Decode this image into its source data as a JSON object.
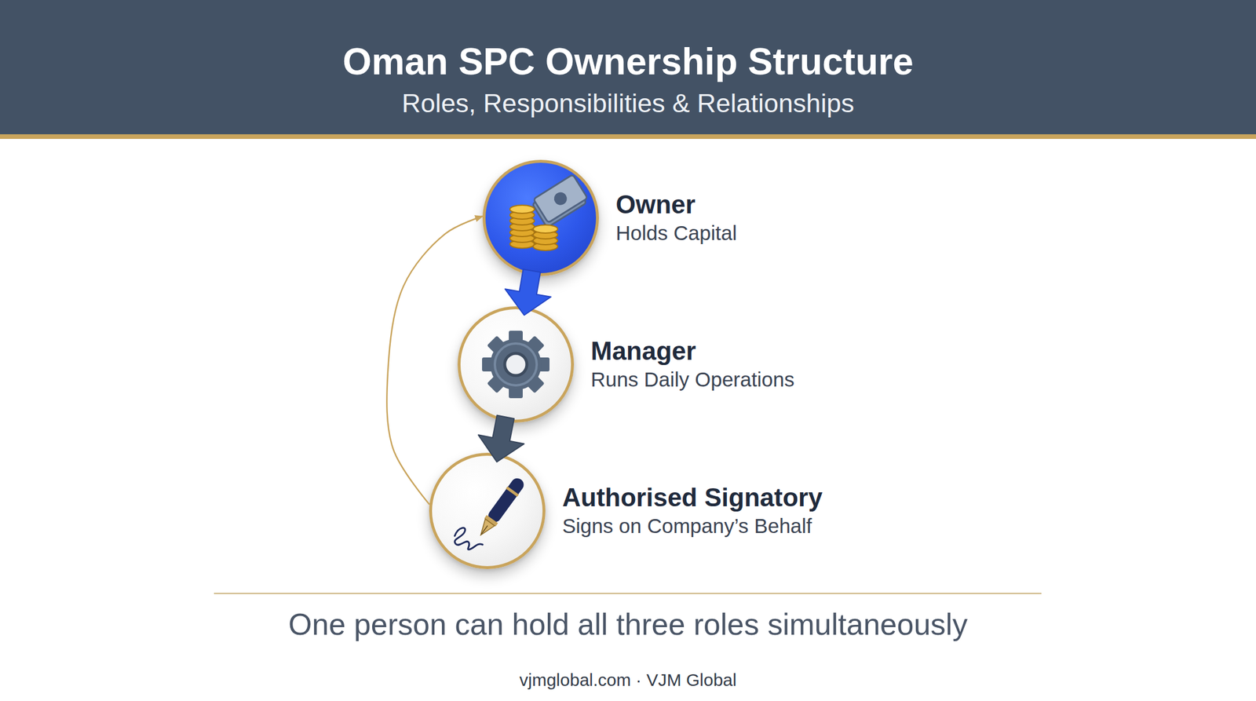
{
  "diagram": {
    "title": "Oman SPC Ownership Structure",
    "caption": "One person can hold all three roles simultaneously",
    "nodes": [
      {
        "text": [
          "Owner",
          "Holds Capital"
        ]
      },
      {
        "text": [
          "Manager",
          "Runs Daily Operations"
        ]
      },
      {
        "text": [
          "Authorised Signatory",
          "Signs on Company’s Behalf"
        ]
      }
    ],
    "edges": [
      {
        "from": 0,
        "to": 1,
        "arrow": "to"
      },
      {
        "from": 1,
        "to": 2,
        "arrow": "to"
      },
      {
        "from": 2,
        "to": 0,
        "arrow": "to"
      }
    ],
    "labels": [
      "Roles, Responsibilities & Relationships",
      "vjmglobal.com · VJM Global"
    ]
  }
}
